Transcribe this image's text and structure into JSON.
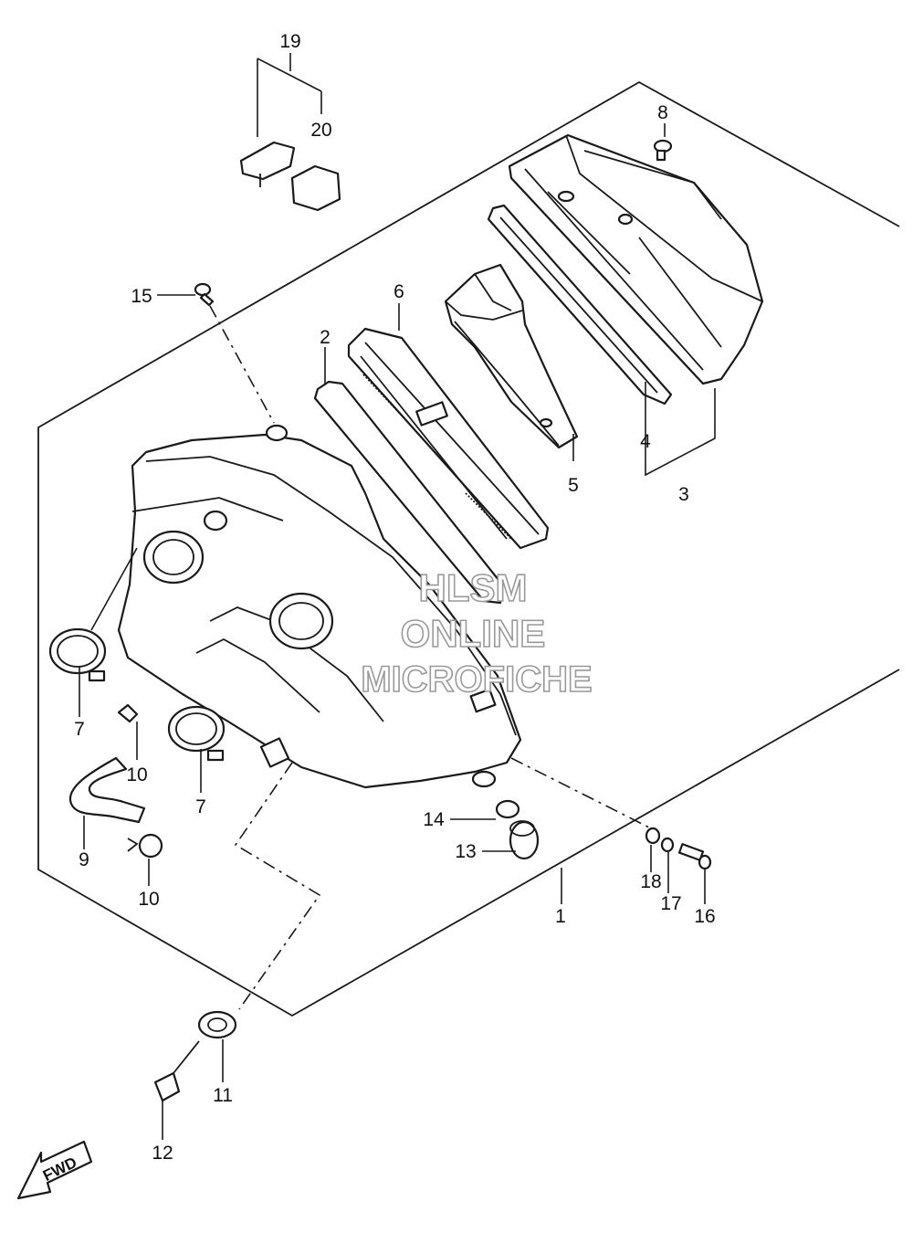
{
  "diagram": {
    "callouts": [
      {
        "id": "c1",
        "text": "1"
      },
      {
        "id": "c2",
        "text": "2"
      },
      {
        "id": "c3",
        "text": "3"
      },
      {
        "id": "c4",
        "text": "4"
      },
      {
        "id": "c5",
        "text": "5"
      },
      {
        "id": "c6",
        "text": "6"
      },
      {
        "id": "c7a",
        "text": "7"
      },
      {
        "id": "c7b",
        "text": "7"
      },
      {
        "id": "c8",
        "text": "8"
      },
      {
        "id": "c9",
        "text": "9"
      },
      {
        "id": "c10a",
        "text": "10"
      },
      {
        "id": "c10b",
        "text": "10"
      },
      {
        "id": "c11",
        "text": "11"
      },
      {
        "id": "c12",
        "text": "12"
      },
      {
        "id": "c13",
        "text": "13"
      },
      {
        "id": "c14",
        "text": "14"
      },
      {
        "id": "c15",
        "text": "15"
      },
      {
        "id": "c16",
        "text": "16"
      },
      {
        "id": "c17",
        "text": "17"
      },
      {
        "id": "c18",
        "text": "18"
      },
      {
        "id": "c19",
        "text": "19"
      },
      {
        "id": "c20",
        "text": "20"
      }
    ],
    "fwd_label": "FWD"
  },
  "watermark": {
    "line1": "HLSM",
    "line2": "ONLINE",
    "line3": "MICROFICHE"
  },
  "colors": {
    "line": "#1a1a1a",
    "background": "#ffffff",
    "watermark_stroke": "#9a9a9a"
  }
}
